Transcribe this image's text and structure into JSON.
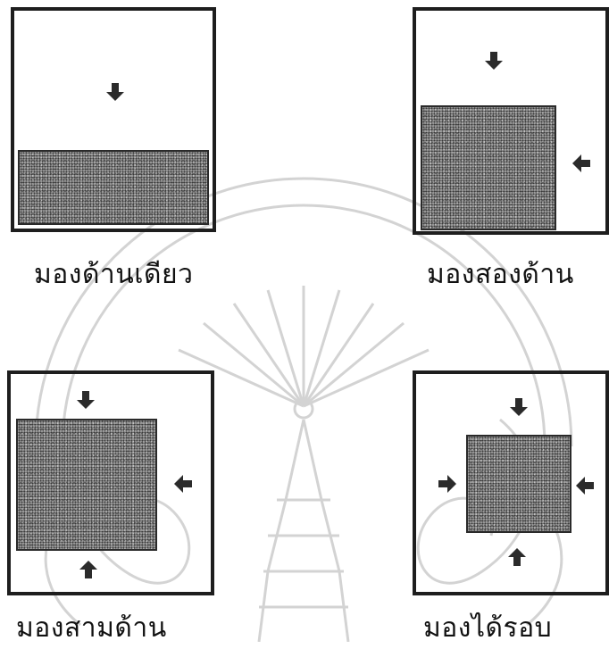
{
  "captions": {
    "view_one_side": "มองด้านเดียว",
    "view_two_sides": "มองสองด้าน",
    "view_three_sides": "มองสามด้าน",
    "view_all_around": "มองได้รอบ"
  },
  "icons": {
    "arrow": "arrow-icon",
    "watermark": "university-emblem-watermark"
  },
  "colors": {
    "border": "#1e1e1e",
    "fill": "#9a9a9a",
    "watermark": "#cfcfcf"
  }
}
